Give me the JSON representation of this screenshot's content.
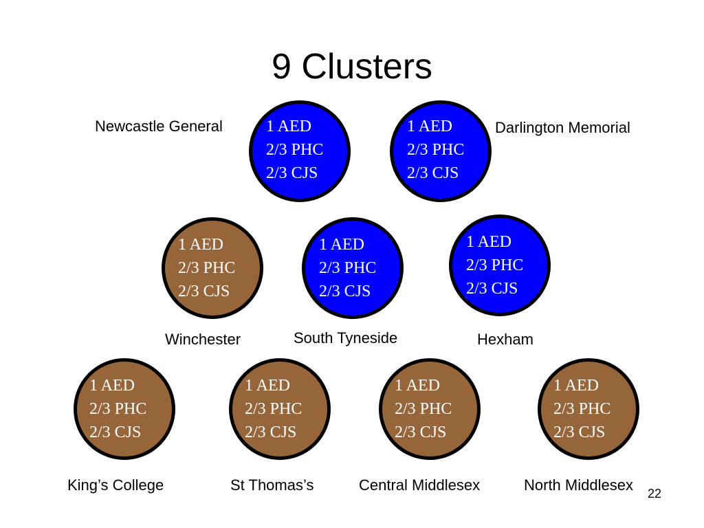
{
  "slide": {
    "title": "9 Clusters",
    "page_number": "22"
  },
  "colors": {
    "blue": "#0000ff",
    "brown": "#96653a",
    "outline": "#000000"
  },
  "clusters": [
    {
      "name": "Newcastle General",
      "color": "blue",
      "lines": [
        "1 AED",
        "2/3 PHC",
        "2/3 CJS"
      ]
    },
    {
      "name": "Darlington Memorial",
      "color": "blue",
      "lines": [
        "1 AED",
        "2/3 PHC",
        "2/3 CJS"
      ]
    },
    {
      "name": "Winchester",
      "color": "brown",
      "lines": [
        "1 AED",
        "2/3 PHC",
        "2/3 CJS"
      ]
    },
    {
      "name": "South Tyneside",
      "color": "blue",
      "lines": [
        "1 AED",
        "2/3 PHC",
        "2/3 CJS"
      ]
    },
    {
      "name": "Hexham",
      "color": "blue",
      "lines": [
        "1 AED",
        "2/3 PHC",
        "2/3 CJS"
      ]
    },
    {
      "name": "King’s College",
      "color": "brown",
      "lines": [
        "1 AED",
        "2/3 PHC",
        "2/3 CJS"
      ]
    },
    {
      "name": "St Thomas’s",
      "color": "brown",
      "lines": [
        "1 AED",
        "2/3 PHC",
        "2/3 CJS"
      ]
    },
    {
      "name": "Central Middlesex",
      "color": "brown",
      "lines": [
        "1 AED",
        "2/3 PHC",
        "2/3 CJS"
      ]
    },
    {
      "name": "North Middlesex",
      "color": "brown",
      "lines": [
        "1 AED",
        "2/3 PHC",
        "2/3 CJS"
      ]
    }
  ]
}
